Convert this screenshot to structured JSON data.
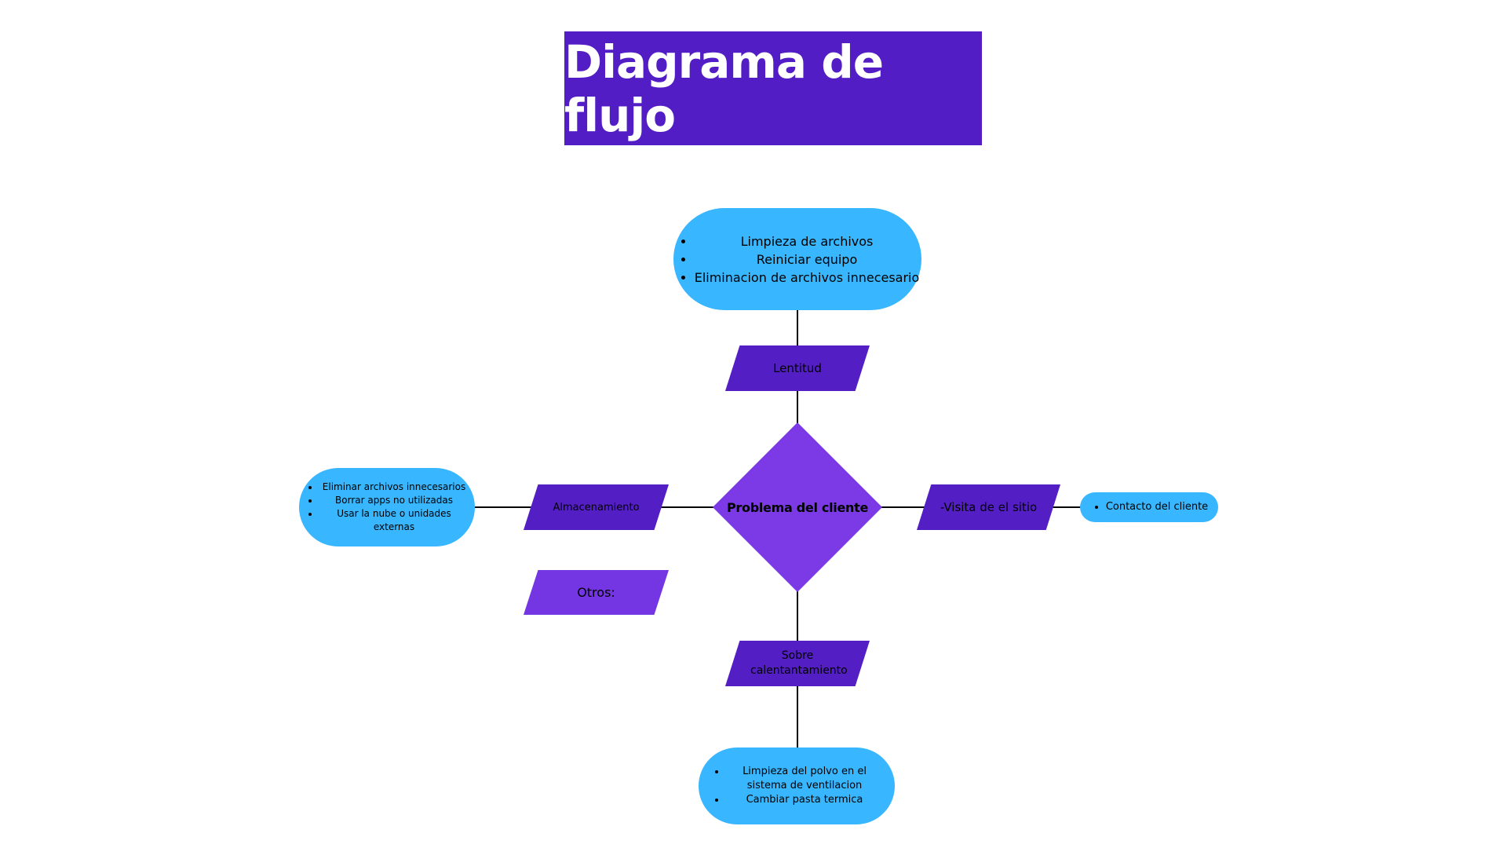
{
  "title": "Diagrama de flujo",
  "center": {
    "label": "Problema del cliente"
  },
  "branches": {
    "top": {
      "label": "Lentitud",
      "items": [
        "Limpieza de archivos",
        "Reiniciar equipo",
        "Eliminacion de archivos innecesario"
      ]
    },
    "left": {
      "label": "Almacenamiento",
      "items": [
        "Eliminar archivos innecesarios",
        "Borrar apps no utilizadas",
        "Usar la nube o unidades externas"
      ]
    },
    "right": {
      "label": "-Visita de el sitio",
      "items": [
        "Contacto del cliente"
      ]
    },
    "bottom": {
      "label": "Sobre calentantamiento",
      "items": [
        "Limpieza del polvo en el sistema de ventilacion",
        "Cambiar pasta termica"
      ]
    }
  },
  "other": {
    "label": "Otros:"
  },
  "colors": {
    "title_bg": "#531dc6",
    "process_bg": "#541ec5",
    "decision_bg": "#7b3ae6",
    "terminal_bg": "#38b6ff",
    "connector": "#000000"
  }
}
